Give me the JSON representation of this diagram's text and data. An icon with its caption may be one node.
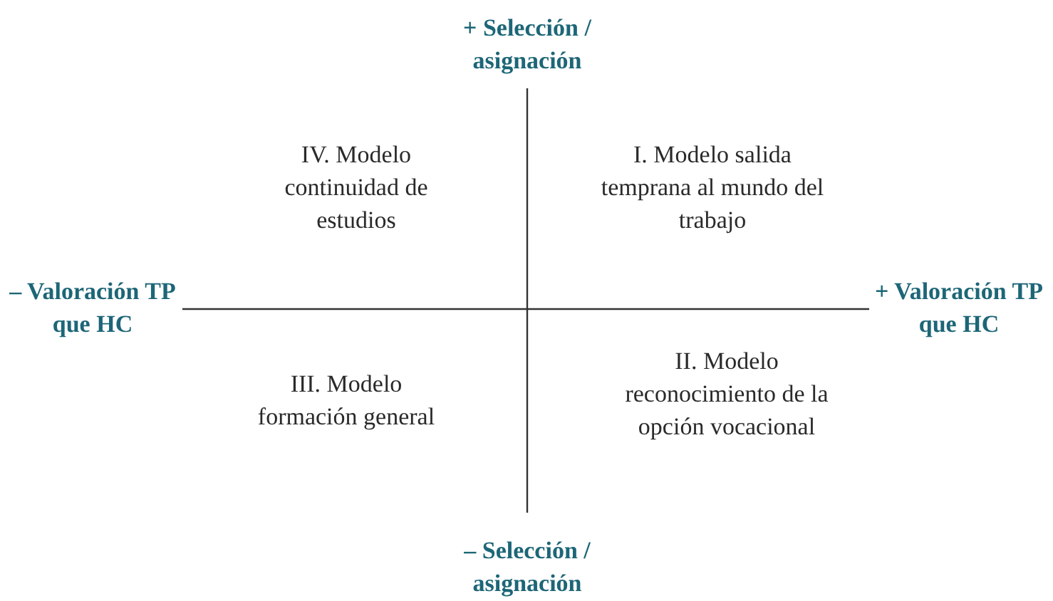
{
  "diagram": {
    "labels": [
      "+ Selección / asignación",
      "IV. Modelo continuidad de estudios",
      "I. Modelo salida temprana al mundo del trabajo",
      "– Valoración TP que HC",
      "+ Valoración TP que HC",
      "III. Modelo formación general",
      "II. Modelo reconocimiento de la opción vocacional",
      "– Selección / asignación"
    ]
  }
}
